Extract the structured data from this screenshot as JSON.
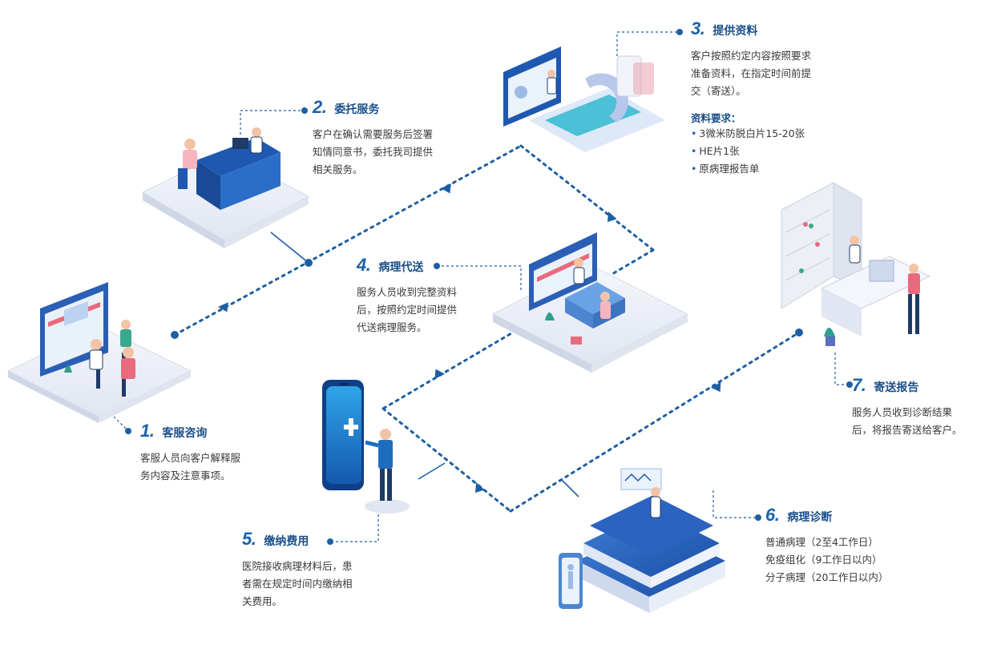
{
  "colors": {
    "primary": "#1a63a8",
    "dark": "#1a4f8a",
    "light": "#e9eef8",
    "accent": "#e86a7c"
  },
  "steps": [
    {
      "num": "1.",
      "title": "客服咨询",
      "desc": [
        "客服人员向客户解释服",
        "务内容及注意事项。"
      ],
      "icon": "customer-service-scene"
    },
    {
      "num": "2.",
      "title": "委托服务",
      "desc": [
        "客户在确认需要服务后签署",
        "知情同意书，委托我司提供",
        "相关服务。"
      ],
      "icon": "consultation-desk-scene"
    },
    {
      "num": "3.",
      "title": "提供资料",
      "desc": [
        "客户按照约定内容按照要求",
        "准备资料，在指定时间前提",
        "交（寄送）。"
      ],
      "req_title": "资料要求：",
      "requirements": [
        "3微米防脱白片15-20张",
        "HE片1张",
        "原病理报告单"
      ],
      "icon": "medical-scanner-scene"
    },
    {
      "num": "4.",
      "title": "病理代送",
      "desc": [
        "服务人员收到完整资料",
        "后，按照约定时间提供",
        "代送病理服务。"
      ],
      "icon": "reception-scene"
    },
    {
      "num": "5.",
      "title": "缴纳费用",
      "desc": [
        "医院接收病理材料后，患",
        "者需在规定时间内缴纳相",
        "关费用。"
      ],
      "icon": "mobile-payment-scene"
    },
    {
      "num": "6.",
      "title": "病理诊断",
      "items": [
        "普通病理（2至4工作日）",
        "免疫组化（9工作日以内）",
        "分子病理（20工作日以内）"
      ],
      "icon": "diagnosis-platform-scene"
    },
    {
      "num": "7.",
      "title": "寄送报告",
      "desc": [
        "服务人员收到诊断结果",
        "后，将报告寄送给客户。"
      ],
      "icon": "pharmacy-office-scene"
    }
  ]
}
